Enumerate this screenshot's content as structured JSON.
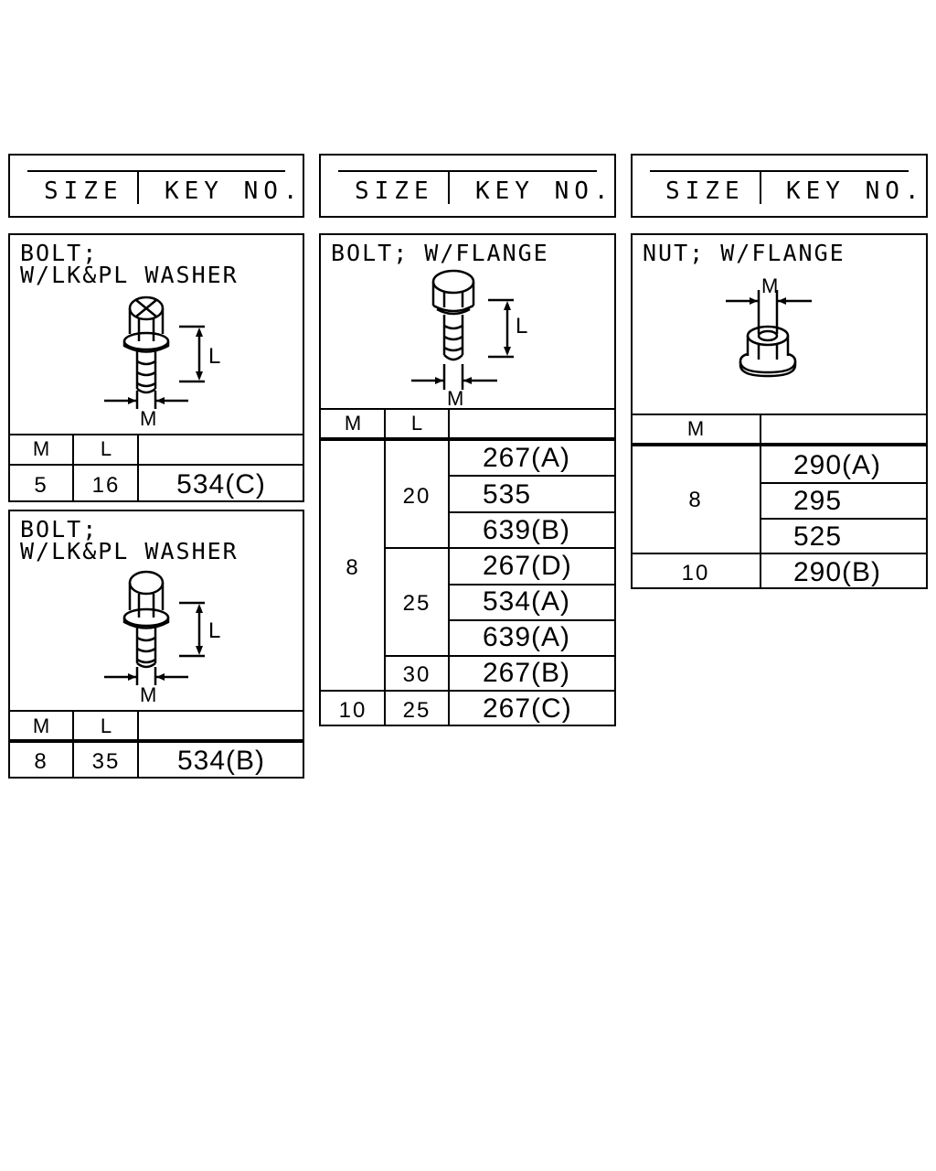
{
  "header": {
    "size_label": "SIZE",
    "key_label": "KEY NO."
  },
  "panel1": {
    "title_line1": "BOLT;",
    "title_line2": "W/LK&PL WASHER",
    "dim_l": "L",
    "dim_m": "M",
    "col_m": "M",
    "col_l": "L",
    "rows": [
      {
        "m": "5",
        "l": "16",
        "key": "534(C)"
      }
    ]
  },
  "panel2": {
    "title_line1": "BOLT;",
    "title_line2": "W/LK&PL WASHER",
    "dim_l": "L",
    "dim_m": "M",
    "col_m": "M",
    "col_l": "L",
    "rows": [
      {
        "m": "8",
        "l": "35",
        "key": "534(B)"
      }
    ]
  },
  "panel3": {
    "title": "BOLT; W/FLANGE",
    "dim_l": "L",
    "dim_m": "M",
    "col_m": "M",
    "col_l": "L",
    "m_values": [
      "8",
      "10"
    ],
    "l_values": [
      "20",
      "25",
      "30",
      "25"
    ],
    "keys": [
      "267(A)",
      "535",
      "639(B)",
      "267(D)",
      "534(A)",
      "639(A)",
      "267(B)",
      "267(C)"
    ]
  },
  "panel4": {
    "title": "NUT; W/FLANGE",
    "dim_m": "M",
    "col_m": "M",
    "m_values": [
      "8",
      "10"
    ],
    "keys": [
      "290(A)",
      "295",
      "525",
      "290(B)"
    ]
  }
}
